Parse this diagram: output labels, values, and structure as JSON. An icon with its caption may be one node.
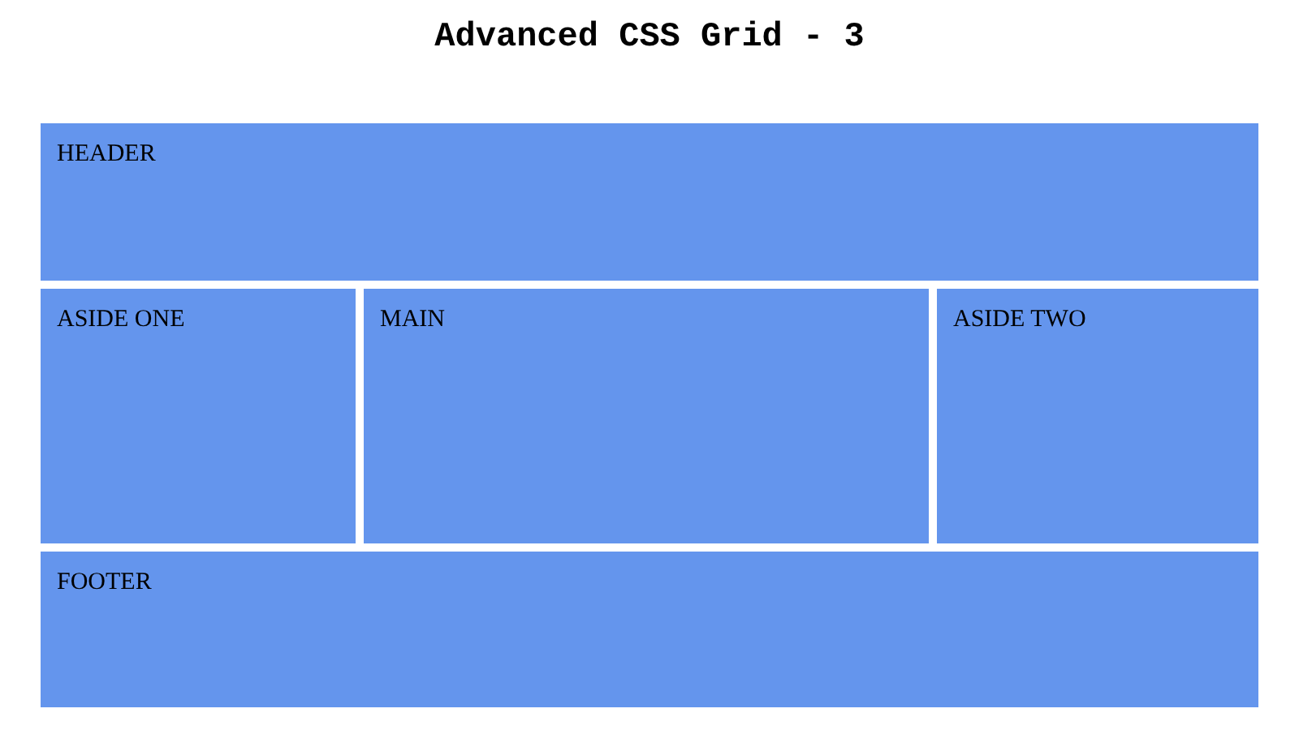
{
  "diagram": {
    "title": "Advanced CSS Grid - 3",
    "nodes": [
      {
        "text": [
          "HEADER"
        ]
      },
      {
        "text": [
          "ASIDE ONE"
        ]
      },
      {
        "text": [
          "MAIN"
        ]
      },
      {
        "text": [
          "ASIDE TWO"
        ]
      },
      {
        "text": [
          "FOOTER"
        ]
      }
    ]
  }
}
